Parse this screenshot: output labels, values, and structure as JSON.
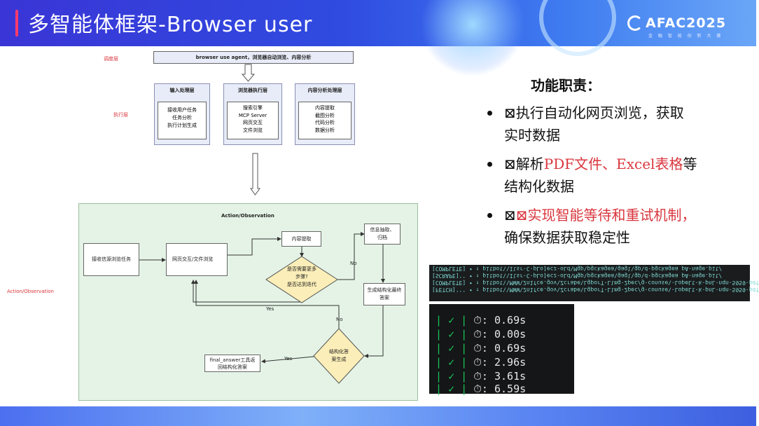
{
  "slide": {
    "title": "多智能体框架-Browser user",
    "logo": {
      "name": "AFAC2025",
      "sub": "金 融 智 能 创 新 大 赛"
    }
  },
  "diagram": {
    "lanes": {
      "schedule": "调度层",
      "execute": "执行层",
      "action": "Action/Observation"
    },
    "top_box": "browser use agent，浏览器自动浏览、内容分析",
    "groups": [
      {
        "title": "输入处理层",
        "items": [
          "接收用户任务",
          "任务分析",
          "执行计划生成"
        ]
      },
      {
        "title": "浏览器执行层",
        "items": [
          "搜索引擎",
          "MCP Server",
          "网页交互",
          "文件浏览"
        ]
      },
      {
        "title": "内容分析处理层",
        "items": [
          "内容提取",
          "截图分析",
          "代码分析",
          "数据分析"
        ]
      }
    ],
    "panel_title": "Action/Observation",
    "nodes": {
      "receive": "接收信源浏览任务",
      "interact": "网页交互/文件浏览",
      "extract": "内容提取",
      "decision": [
        "是否需要更多",
        "步骤?",
        "是否达到迭代"
      ],
      "info": [
        "信息抽取、",
        "归档"
      ],
      "generate": [
        "生成结构化最终",
        "答案"
      ],
      "structured": [
        "结构化答",
        "案生成"
      ],
      "final": [
        "final_answer工具返",
        "回结构化答案"
      ]
    },
    "edge_labels": {
      "no1": "No",
      "yes1": "Yes",
      "no2": "No",
      "yes2": "Yes"
    }
  },
  "panel": {
    "heading": "功能职责：",
    "bullets": [
      {
        "lead": "⊠",
        "text": "执行自动化网页浏览，获取实时数据",
        "parts": [
          "执行自动化网页浏览，获取",
          "实时数据"
        ]
      },
      {
        "lead": "⊠",
        "parts": [
          "解析",
          "PDF文件、Excel表格",
          "等",
          "结构化数据"
        ]
      },
      {
        "lead": "⊠",
        "parts": [
          "⊠实现智能等待和重试机制，",
          "确保数据获取稳定性"
        ]
      }
    ]
  },
  "terminal": {
    "log_lines": [
      "[COMPLETE] • ↑ pitbot\\\\Ilsr-C-pLo]ecz-oLd\\Mgp\\pgckagea\\gagl\\gp\\d-pgckagea pA-nage.pit/",
      "[SCRAPE]'' • ↑ pitbot\\\\Ilsr-C-pLo]ecz-oLd\\Mgp\\pgckagea\\gagl\\gp\\d-pgckagea pA-nage.pit/",
      "[COMPLETE] • ↑ pitbot\\\\MWW\\2n1fce.gov\\Zcrabe\\LgporT-Llmg-2pec/g-conuse\\-LopeLt-k-pnL-nqn-5959-pdf",
      "[FETCH]''' • ↑ pitbot\\\\MWW\\2n1fce.gov\\Zcrabe\\LgporT-Llmg-2pec/g-conuse\\-LopeLt-k-pnL-nqn-5959-pdf"
    ],
    "timings": [
      "0.69s",
      "0.00s",
      "0.69s",
      "2.96s",
      "3.61s",
      "6.59s"
    ]
  },
  "colors": {
    "accent": "#d9363e",
    "terminal_green": "#19c35a"
  }
}
